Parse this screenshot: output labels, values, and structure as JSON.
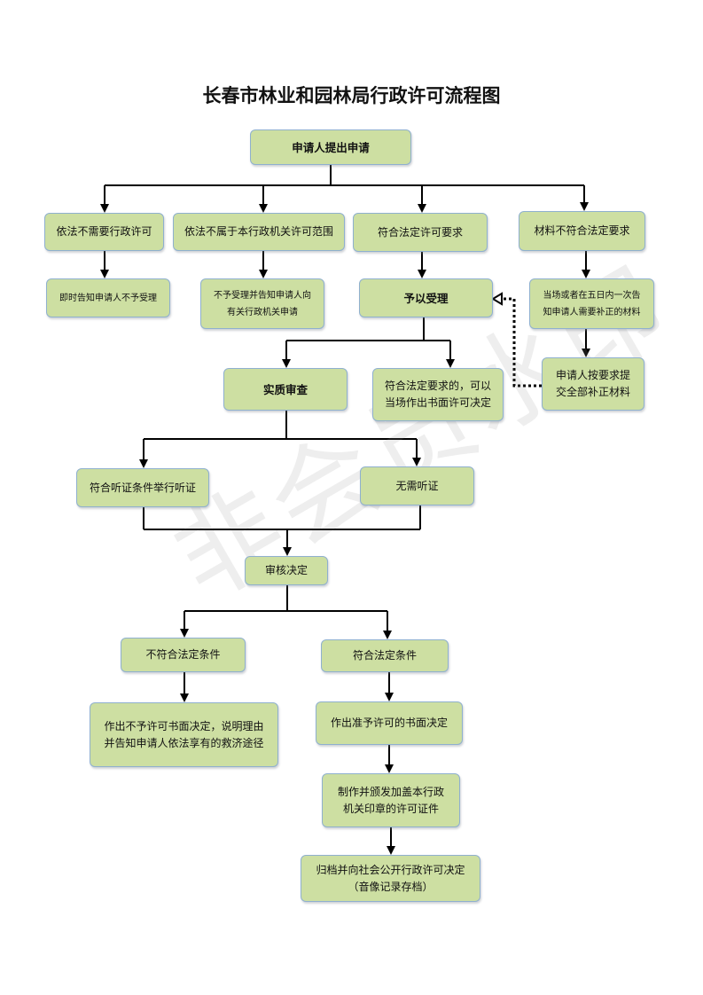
{
  "title": "长春市林业和园林局行政许可流程图",
  "watermark": "非会员水印",
  "nodes": {
    "apply": "申请人提出申请",
    "no_permit_needed": "依法不需要行政许可",
    "not_in_scope": "依法不属于本行政机关许可范围",
    "meets_requirements": "符合法定许可要求",
    "materials_not_meet": "材料不符合法定要求",
    "notify_not_accepted": "即时告知申请人不予受理",
    "not_accepted_refer": "不予受理并告知申请人向有关行政机关申请",
    "accept": "予以受理",
    "notify_supplement": "当场或者在五日内一次告知申请人需要补正的材料",
    "submit_supplement": "申请人按要求提交全部补正材料",
    "substantive_review": "实质审查",
    "on_site_decision": "符合法定要求的，可以当场作出书面许可决定",
    "hearing_conditions": "符合听证条件举行听证",
    "no_hearing": "无需听证",
    "review_decision": "审核决定",
    "not_meet_conditions": "不符合法定条件",
    "meet_conditions": "符合法定条件",
    "deny_decision": "作出不予许可书面决定，说明理由并告知申请人依法享有的救济途径",
    "grant_decision": "作出准予许可的书面决定",
    "issue_certificate": "制作并颁发加盖本行政机关印章的许可证件",
    "archive_publish": "归档并向社会公开行政许可决定（音像记录存档）"
  }
}
